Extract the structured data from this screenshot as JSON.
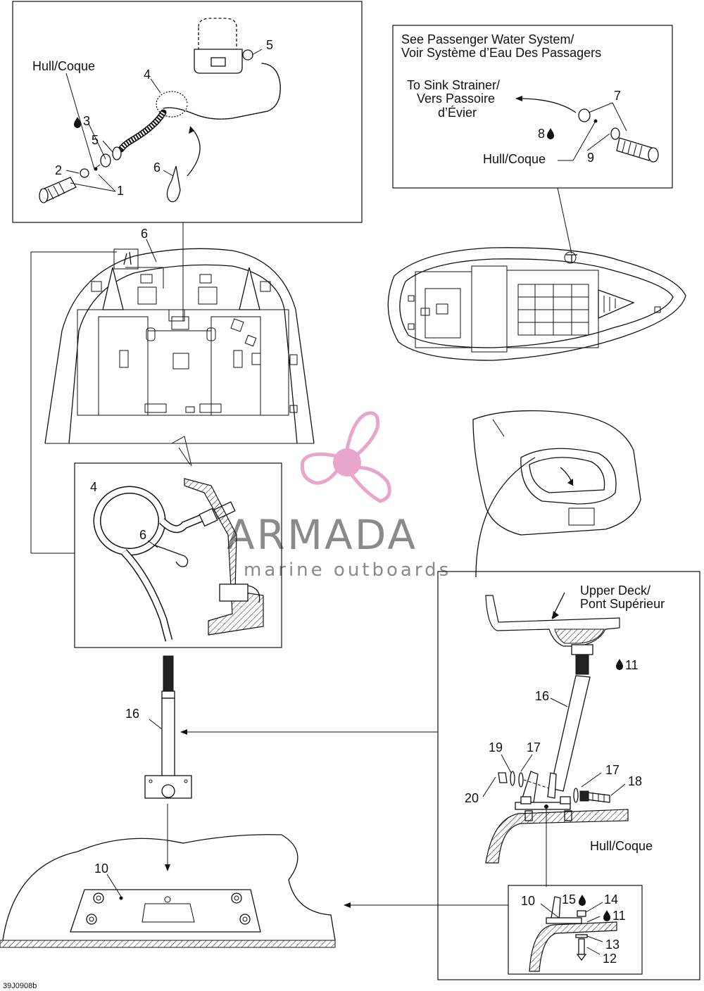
{
  "callouts": {
    "n1": "1",
    "n2": "2",
    "n3": "3",
    "n4": "4",
    "n5": "5",
    "n6": "6",
    "n7": "7",
    "n8": "8",
    "n9": "9",
    "n10": "10",
    "n11": "11",
    "n12": "12",
    "n13": "13",
    "n14": "14",
    "n15": "15",
    "n16": "16",
    "n17": "17",
    "n18": "18",
    "n19": "19",
    "n20": "20"
  },
  "labels": {
    "hull_coque": "Hull/Coque",
    "see_passenger_line1": "See Passenger Water System/",
    "see_passenger_line2": "Voir Système d’Eau Des Passagers",
    "sink_line1": "To Sink Strainer/",
    "sink_line2": "Vers Passoire",
    "sink_line3": "d’Évier",
    "upper_deck_line1": "Upper Deck/",
    "upper_deck_line2": "Pont Supérieur"
  },
  "watermark": {
    "brand": "ARMADA",
    "tagline": "marine outboards",
    "logo_color": "#e8a6cc",
    "text_color": "#8a8a8a"
  },
  "figure_code": "39J0908b",
  "icons": {
    "adhesive": "droplet-icon"
  }
}
